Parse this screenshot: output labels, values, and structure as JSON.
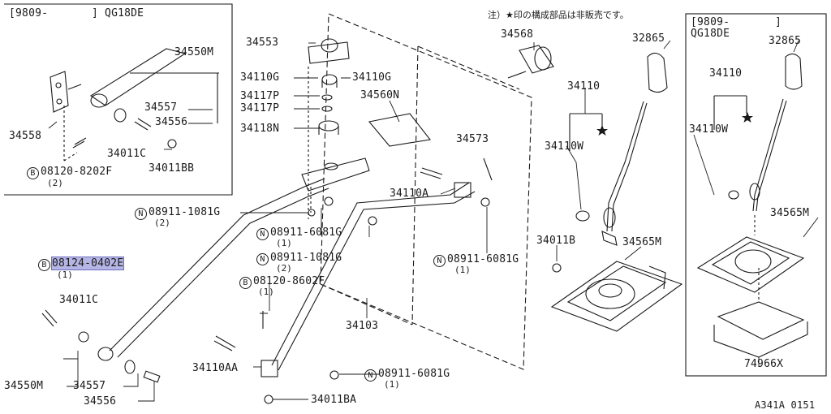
{
  "note": "注）★印の構成部品は非販売です。",
  "figure_code": "A341A 0151",
  "inset_top_left": {
    "header_left": "[9809-",
    "header_right": "] QG18DE"
  },
  "inset_right": {
    "header_line1_left": "[9809-",
    "header_line1_right": "]",
    "header_line2": "QG18DE"
  },
  "labels": {
    "l34550M_top": "34550M",
    "l34557_top": "34557",
    "l34556_top": "34556",
    "l34558": "34558",
    "l34011C_top": "34011C",
    "l08120_8202F": "08120-8202F",
    "l08120_8202F_qty": "(2)",
    "l34011BB": "34011BB",
    "l34553": "34553",
    "l34110G_l": "34110G",
    "l34110G_r": "34110G",
    "l34117P_1": "34117P",
    "l34117P_2": "34117P",
    "l34118N": "34118N",
    "l34560N": "34560N",
    "l34573": "34573",
    "l34110A": "34110A",
    "l08911_1081G_a": "08911-1081G",
    "l08911_1081G_a_qty": "(2)",
    "l08911_6081G_a": "08911-6081G",
    "l08911_6081G_a_qty": "(1)",
    "l08911_1081G_b": "08911-1081G",
    "l08911_1081G_b_qty": "(2)",
    "l08120_8602F": "08120-8602F",
    "l08120_8602F_qty": "(1)",
    "l08124_0402E": "08124-0402E",
    "l08124_0402E_qty": "(1)",
    "l34011C_bot": "34011C",
    "l34103": "34103",
    "l08911_6081G_c": "08911-6081G",
    "l08911_6081G_c_qty": "(1)",
    "l34110AA": "34110AA",
    "l34550M_bot": "34550M",
    "l34557_bot": "34557",
    "l34556_bot": "34556",
    "l08911_6081G_b": "08911-6081G",
    "l08911_6081G_b_qty": "(1)",
    "l34011BA": "34011BA",
    "l34568": "34568",
    "l32865": "32865",
    "l34110": "34110",
    "l34110W": "34110W",
    "l34011B": "34011B",
    "l34565M": "34565M",
    "r32865": "32865",
    "r34110": "34110",
    "r34110W": "34110W",
    "r34565M": "34565M",
    "r74966X": "74966X"
  },
  "symbols": {
    "B": "B",
    "N": "N"
  }
}
